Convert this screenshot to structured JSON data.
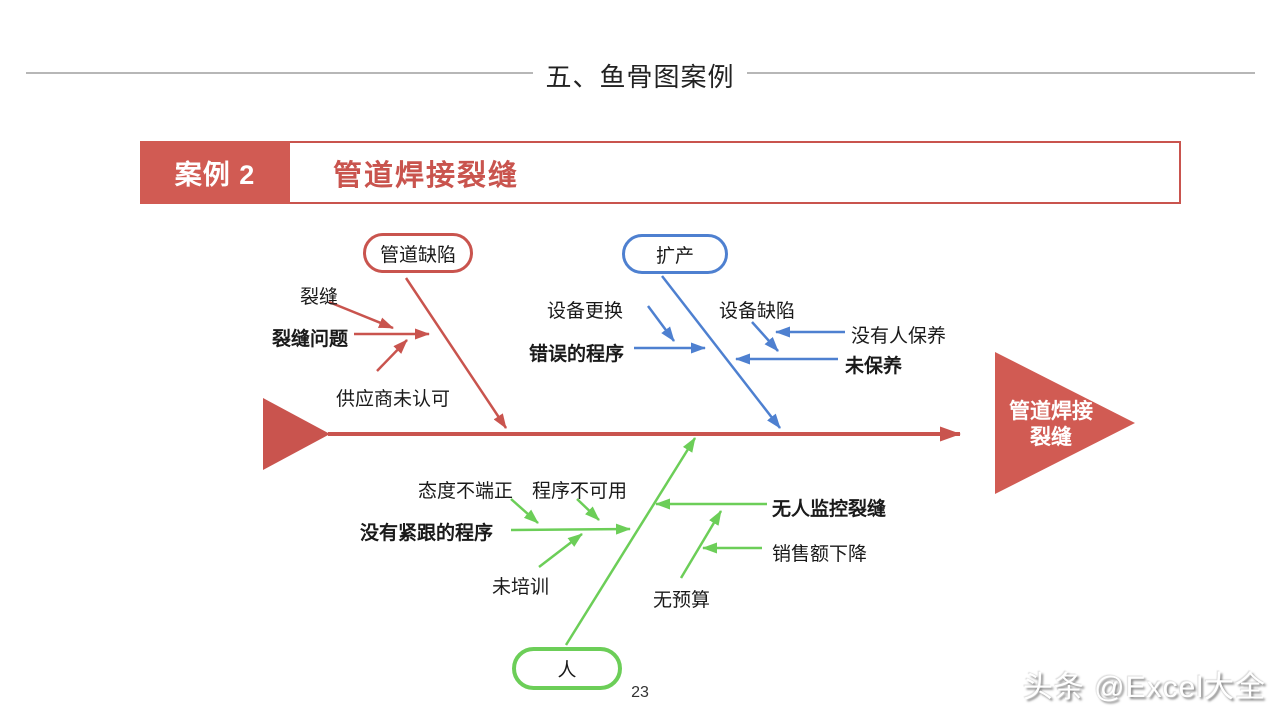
{
  "slide": {
    "title": "五、鱼骨图案例",
    "page_number": "23",
    "watermark": "头条 @Excel大全"
  },
  "banner": {
    "label": "案例 2",
    "title": "管道焊接裂缝"
  },
  "colors": {
    "accent_red": "#c9544e",
    "accent_blue": "#4e80d0",
    "accent_green": "#6cce58",
    "rule_gray": "#b7b7b7"
  },
  "fishbone": {
    "head": {
      "line1": "管道焊接",
      "line2": "裂缝"
    },
    "branches": [
      {
        "category": "管道缺陷",
        "position": "top-left",
        "color": "#c9544e",
        "causes": [
          {
            "label": "裂缝",
            "bold": false
          },
          {
            "label": "裂缝问题",
            "bold": true
          },
          {
            "label": "供应商未认可",
            "bold": false
          }
        ]
      },
      {
        "category": "扩产",
        "position": "top-right",
        "color": "#4e80d0",
        "causes": [
          {
            "label": "设备更换",
            "bold": false
          },
          {
            "label": "错误的程序",
            "bold": true
          },
          {
            "label": "设备缺陷",
            "bold": false
          },
          {
            "label": "没有人保养",
            "bold": false
          },
          {
            "label": "未保养",
            "bold": true
          }
        ]
      },
      {
        "category": "人",
        "position": "bottom",
        "color": "#6cce58",
        "causes": [
          {
            "label": "态度不端正",
            "bold": false
          },
          {
            "label": "程序不可用",
            "bold": false
          },
          {
            "label": "没有紧跟的程序",
            "bold": true
          },
          {
            "label": "未培训",
            "bold": false
          },
          {
            "label": "无人监控裂缝",
            "bold": true
          },
          {
            "label": "销售额下降",
            "bold": false
          },
          {
            "label": "无预算",
            "bold": false
          }
        ]
      }
    ]
  }
}
